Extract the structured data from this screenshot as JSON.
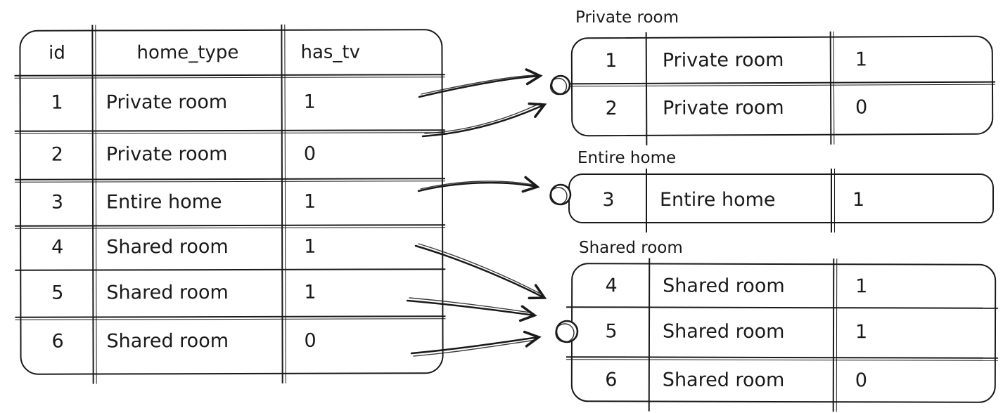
{
  "colors": {
    "ink": "#1a1a1a",
    "paper": "#ffffff"
  },
  "main_table": {
    "headers": {
      "id": "id",
      "home_type": "home_type",
      "has_tv": "has_tv"
    },
    "rows": [
      {
        "id": "1",
        "home_type": "Private room",
        "has_tv": "1"
      },
      {
        "id": "2",
        "home_type": "Private room",
        "has_tv": "0"
      },
      {
        "id": "3",
        "home_type": "Entire home",
        "has_tv": "1"
      },
      {
        "id": "4",
        "home_type": "Shared room",
        "has_tv": "1"
      },
      {
        "id": "5",
        "home_type": "Shared room",
        "has_tv": "1"
      },
      {
        "id": "6",
        "home_type": "Shared room",
        "has_tv": "0"
      }
    ]
  },
  "groups": [
    {
      "label": "Private room",
      "rows": [
        {
          "id": "1",
          "home_type": "Private room",
          "has_tv": "1"
        },
        {
          "id": "2",
          "home_type": "Private room",
          "has_tv": "0"
        }
      ]
    },
    {
      "label": "Entire home",
      "rows": [
        {
          "id": "3",
          "home_type": "Entire home",
          "has_tv": "1"
        }
      ]
    },
    {
      "label": "Shared room",
      "rows": [
        {
          "id": "4",
          "home_type": "Shared room",
          "has_tv": "1"
        },
        {
          "id": "5",
          "home_type": "Shared room",
          "has_tv": "1"
        },
        {
          "id": "6",
          "home_type": "Shared room",
          "has_tv": "0"
        }
      ]
    }
  ]
}
